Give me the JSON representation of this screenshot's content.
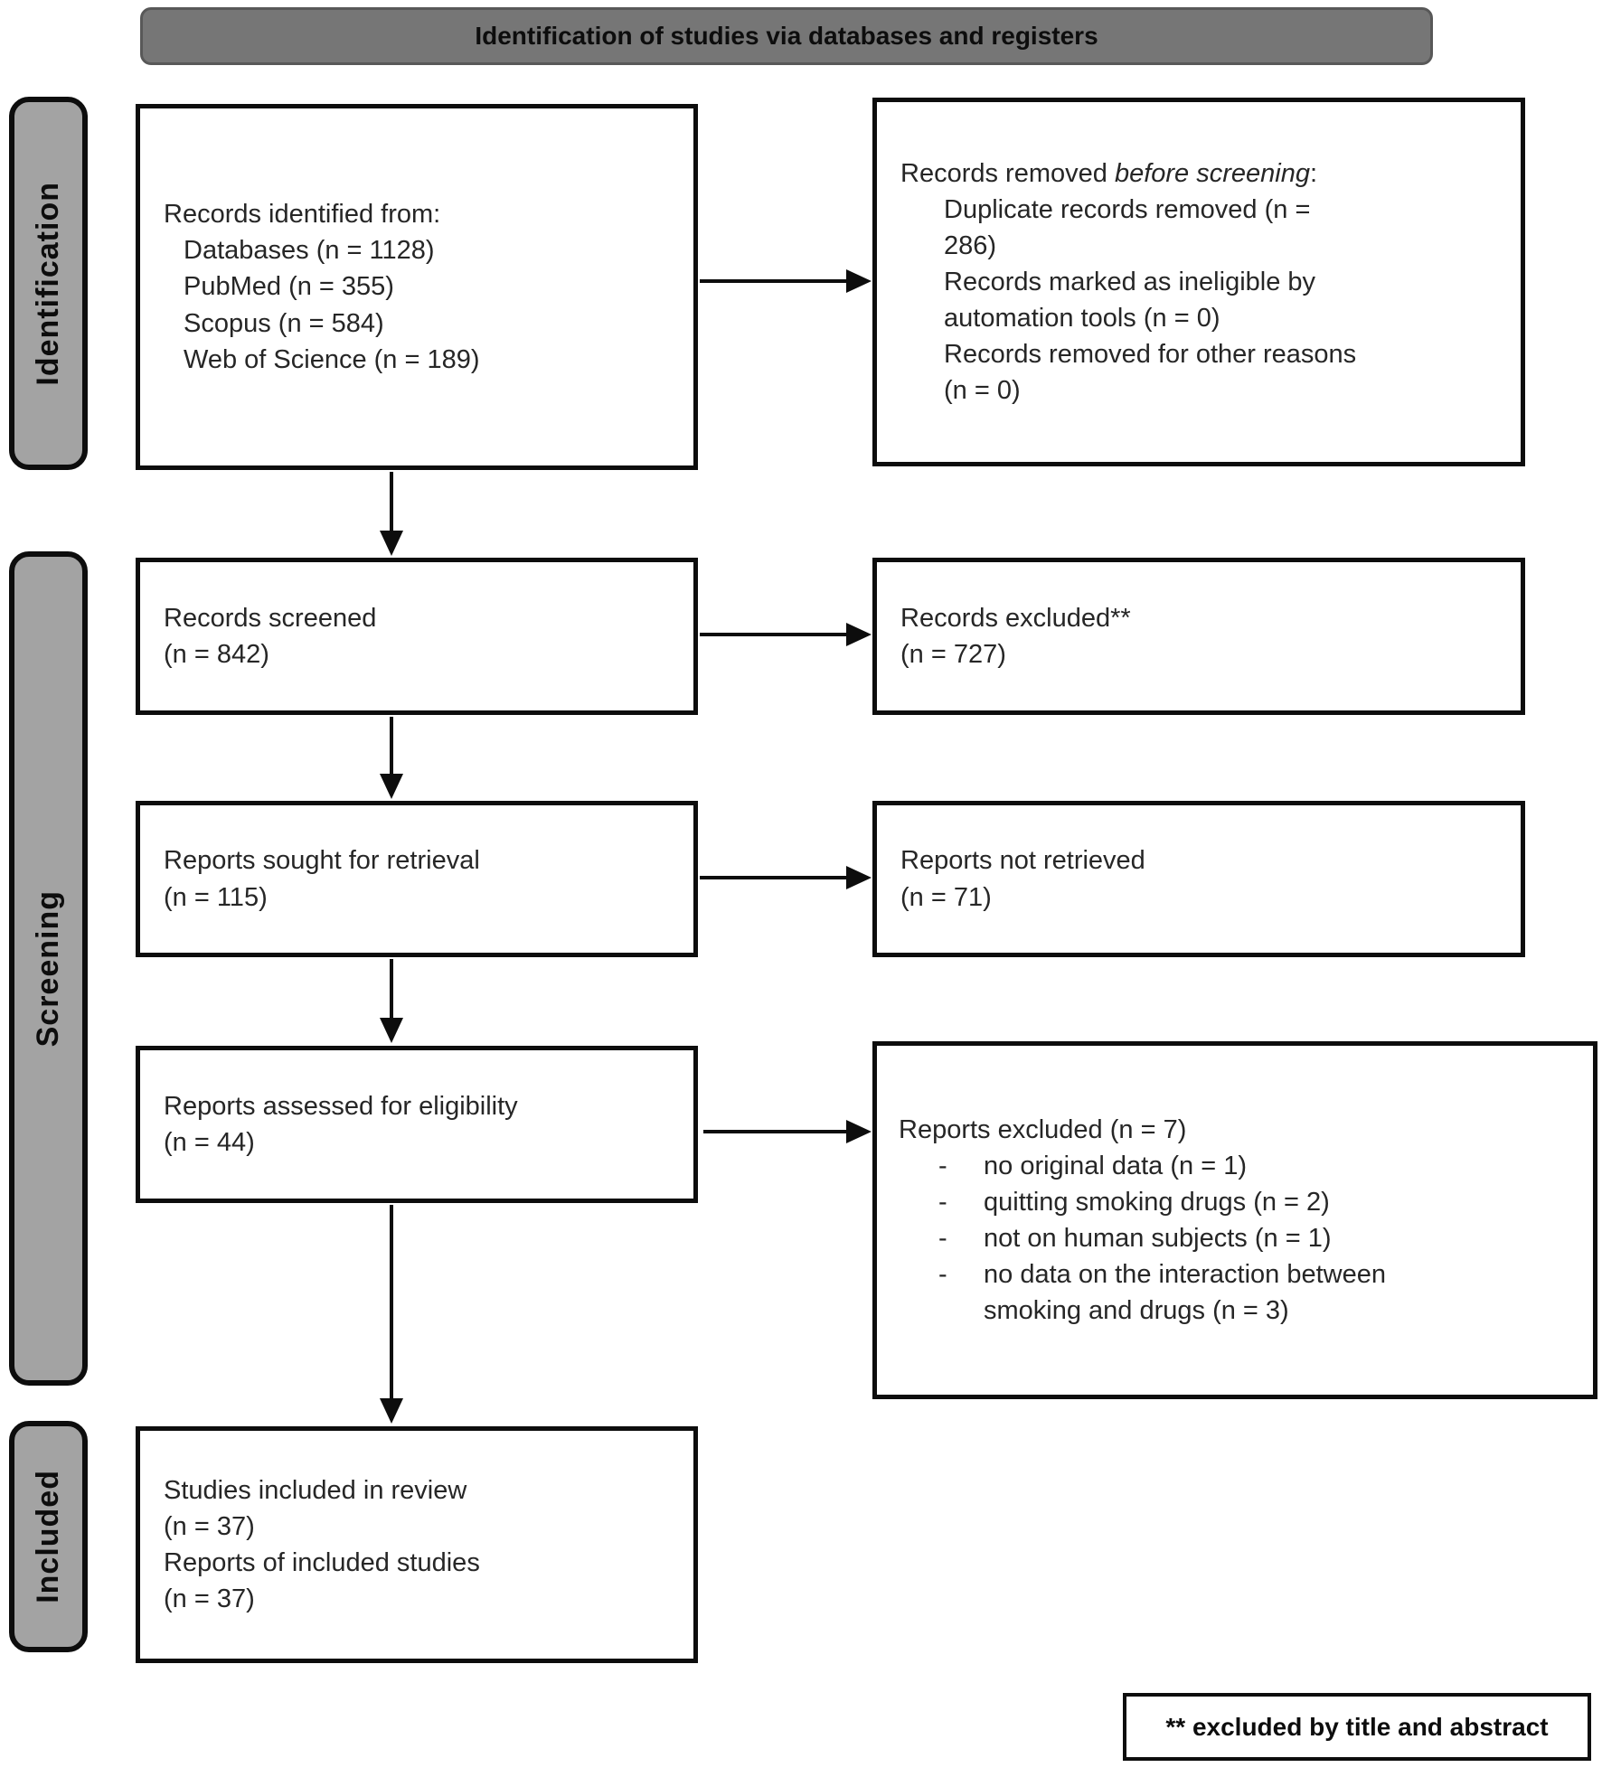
{
  "title": "Identification of studies via databases and registers",
  "colors": {
    "title_fill": "#767676",
    "stage_fill": "#a3a3a3",
    "box_border": "#0d0d0d",
    "background": "#ffffff",
    "text": "#262626"
  },
  "stages": {
    "identification": "Identification",
    "screening": "Screening",
    "included": "Included"
  },
  "boxes": {
    "records_identified": {
      "intro": "Records identified from:",
      "items": [
        "Databases (n = 1128)",
        "PubMed (n = 355)",
        "Scopus (n = 584)",
        "Web of Science (n = 189)"
      ]
    },
    "records_removed": {
      "intro_prefix": "Records removed ",
      "intro_italic": "before screening",
      "intro_suffix": ":",
      "items": [
        "Duplicate records removed (n = 286)",
        "Records marked as ineligible by automation tools (n = 0)",
        "Records removed for other reasons (n = 0)"
      ]
    },
    "records_screened": {
      "line1": "Records screened",
      "line2": "(n = 842)"
    },
    "records_excluded": {
      "line1": "Records excluded**",
      "line2": "(n = 727)"
    },
    "reports_sought": {
      "line1": "Reports sought for retrieval",
      "line2": "(n = 115)"
    },
    "reports_not_retrieved": {
      "line1": "Reports not retrieved",
      "line2": "(n = 71)"
    },
    "reports_assessed": {
      "line1": "Reports assessed for eligibility",
      "line2": "(n = 44)"
    },
    "reports_excluded": {
      "intro": "Reports excluded (n = 7)",
      "bullet": "-",
      "items": [
        "no original data (n = 1)",
        "quitting smoking drugs (n = 2)",
        "not on human subjects (n = 1)",
        "no data on the interaction between smoking and drugs (n = 3)"
      ]
    },
    "studies_included": {
      "lines": [
        "Studies included in review",
        "(n = 37)",
        "Reports of included studies",
        "(n = 37)"
      ]
    }
  },
  "footnote": "** excluded by title and abstract"
}
